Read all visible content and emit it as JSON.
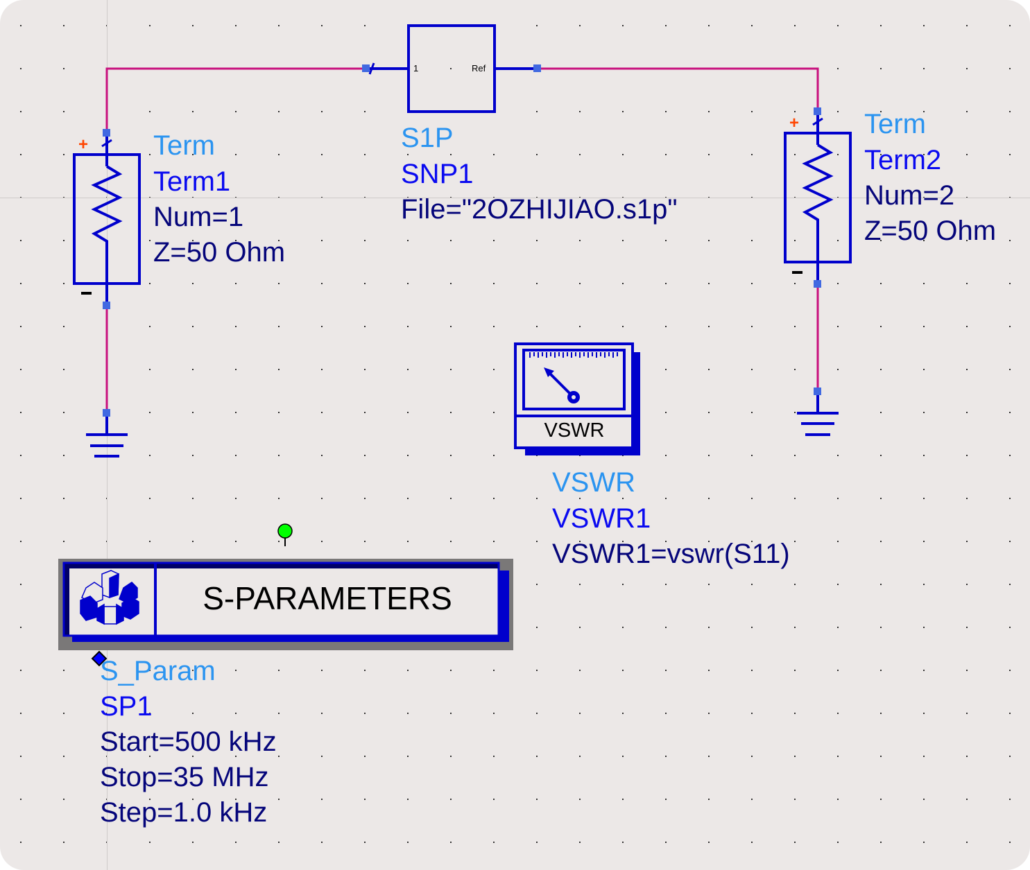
{
  "app": "ADS Schematic",
  "colors": {
    "canvas_bg": "#ece8e7",
    "wire": "#c8107e",
    "component": "#0000cc",
    "pin": "#4169e1",
    "plus_sign": "#ff4500",
    "type_text": "#2b94f0",
    "instance_text": "#0a0af0",
    "param_text": "#05057a",
    "node_marker": "#00ff00"
  },
  "components": {
    "term1": {
      "icon": "resistor-termination-icon",
      "type": "Term",
      "instance": "Term1",
      "params": [
        "Num=1",
        "Z=50 Ohm"
      ],
      "plus": "+",
      "minus": "-"
    },
    "term2": {
      "icon": "resistor-termination-icon",
      "type": "Term",
      "instance": "Term2",
      "params": [
        "Num=2",
        "Z=50 Ohm"
      ],
      "plus": "+",
      "minus": "-"
    },
    "snp1": {
      "icon": "s-parameter-file-block-icon",
      "type": "S1P",
      "instance": "SNP1",
      "params": [
        "File=\"2OZHIJIAO.s1p\""
      ],
      "pin_left": "1",
      "pin_right": "Ref"
    },
    "vswr1": {
      "icon": "meter-gauge-icon",
      "box_label": "VSWR",
      "type": "VSWR",
      "instance": "VSWR1",
      "params": [
        "VSWR1=vswr(S11)"
      ]
    },
    "sp1": {
      "icon": "gear-controller-icon",
      "box_label": "S-PARAMETERS",
      "type": "S_Param",
      "instance": "SP1",
      "params": [
        "Start=500 kHz",
        "Stop=35 MHz",
        "Step=1.0 kHz"
      ]
    }
  }
}
